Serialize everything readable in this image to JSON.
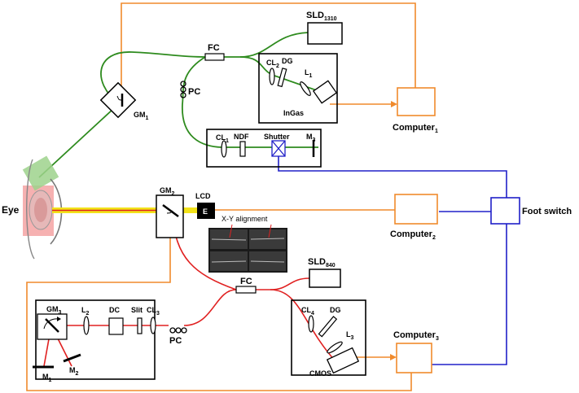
{
  "labels": {
    "eye": "Eye",
    "sld1310": "SLD",
    "sld1310_sub": "1310",
    "fc_top": "FC",
    "pc_top": "PC",
    "gm1": "GM",
    "gm1_sub": "1",
    "cl2": "CL",
    "cl2_sub": "2",
    "dg_top": "DG",
    "l1": "L",
    "l1_sub": "1",
    "ingas": "InGas",
    "computer1": "Computer",
    "computer1_sub": "1",
    "cl1": "CL",
    "cl1_sub": "1",
    "ndf": "NDF",
    "shutter": "Shutter",
    "m3": "M",
    "m3_sub": "3",
    "gm2": "GM",
    "gm2_sub": "2",
    "lcd": "LCD",
    "lcd_e": "E",
    "xy_alignment": "X-Y alignment",
    "computer2": "Computer",
    "computer2_sub": "2",
    "foot_switch": "Foot switch",
    "sld840": "SLD",
    "sld840_sub": "840",
    "fc_bottom": "FC",
    "gm3": "GM",
    "gm3_sub": "3",
    "l2": "L",
    "l2_sub": "2",
    "dc": "DC",
    "slit": "Slit",
    "cl3": "CL",
    "cl3_sub": "3",
    "pc_bottom": "PC",
    "m1": "M",
    "m1_sub": "1",
    "m2": "M",
    "m2_sub": "2",
    "cl4": "CL",
    "cl4_sub": "4",
    "dg_bottom": "DG",
    "l3": "L",
    "l3_sub": "3",
    "cmos": "CMOS",
    "computer3": "Computer",
    "computer3_sub": "3"
  },
  "colors": {
    "orange": "#f08a2c",
    "green": "#2e8b1e",
    "blue": "#2020c8",
    "red": "#e02020",
    "yellow": "#f2e21a",
    "eye_pink": "#f4a3a3",
    "eye_green": "#9ed28c"
  }
}
